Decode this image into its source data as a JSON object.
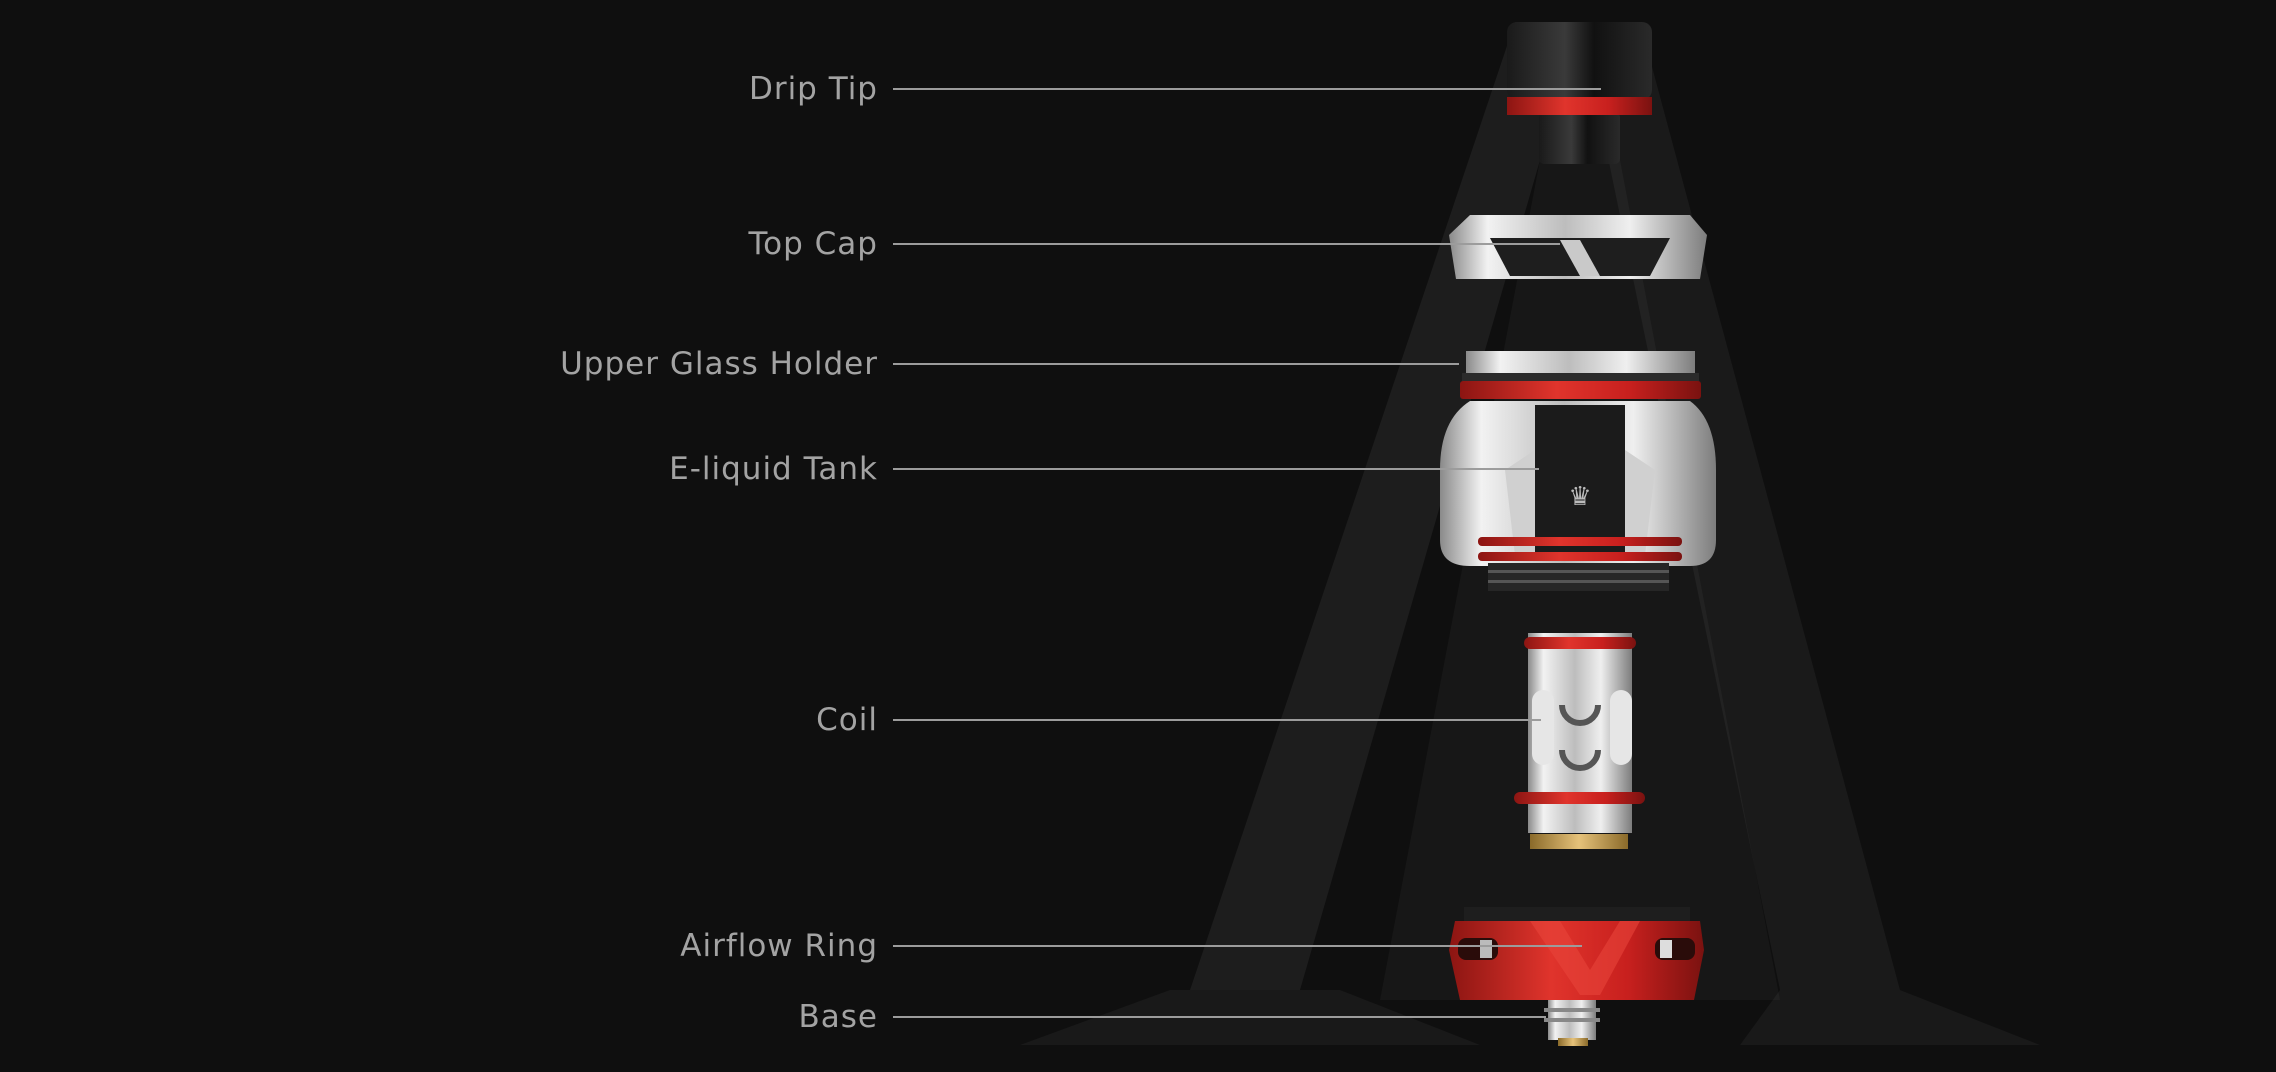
{
  "diagram": {
    "parts": [
      {
        "id": "drip-tip",
        "label": "Drip Tip"
      },
      {
        "id": "top-cap",
        "label": "Top Cap"
      },
      {
        "id": "upper-glass-holder",
        "label": "Upper Glass Holder"
      },
      {
        "id": "e-liquid-tank",
        "label": "E-liquid Tank"
      },
      {
        "id": "coil",
        "label": "Coil"
      },
      {
        "id": "airflow-ring",
        "label": "Airflow Ring"
      },
      {
        "id": "base",
        "label": "Base"
      }
    ],
    "colors": {
      "background": "#0f0f0f",
      "label": "#a3a3a3",
      "accent_red": "#c8201e",
      "metal": "#d9d9d9"
    }
  }
}
